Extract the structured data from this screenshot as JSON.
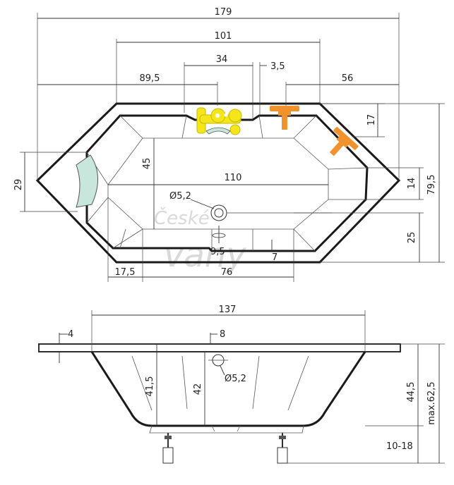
{
  "watermark": {
    "line1": "České",
    "line2": "vany"
  },
  "top_view": {
    "dims": {
      "overall_length": "179",
      "inner_top_length": "101",
      "mixer_spacing": "34",
      "faucet_offset": "3,5",
      "left_offset": "89,5",
      "right_offset": "56",
      "faucet_height": "17",
      "overall_width": "79,5",
      "left_edge_height": "29",
      "depth_45": "45",
      "inner_length": "110",
      "right_edge_height": "14",
      "drain_diameter": "Ø5,2",
      "drain_offset": "9,5",
      "bottom_offset_7": "7",
      "bottom_25": "25",
      "base_left": "17,5",
      "base_length": "76"
    }
  },
  "side_view": {
    "dims": {
      "top_length": "137",
      "rim_thickness": "4",
      "drain_offset": "8",
      "depth_left": "41,5",
      "depth_center": "42",
      "drain_diameter": "Ø5,2",
      "depth_right": "44,5",
      "max_height": "max.62,5",
      "legs": "10-18"
    }
  },
  "colors": {
    "line": "#1a1a1a",
    "headrest": "#c8e6dc",
    "mixer_yellow": "#f5e61c",
    "faucet_orange": "#f0922e"
  }
}
